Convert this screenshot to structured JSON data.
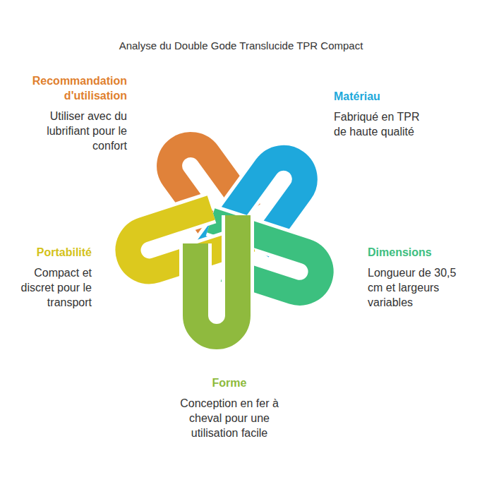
{
  "diagram": {
    "title": "Analyse du Double Gode Translucide TPR Compact",
    "nodes": [
      {
        "text": [
          "Recommandation d'utilisation",
          "Utiliser avec du lubrifiant pour le confort"
        ]
      },
      {
        "text": [
          "Matériau",
          "Fabriqué en TPR de haute qualité"
        ]
      },
      {
        "text": [
          "Portabilité",
          "Compact et discret pour le transport"
        ]
      },
      {
        "text": [
          "Dimensions",
          "Longueur de 30,5 cm et largeurs variables"
        ]
      },
      {
        "text": [
          "Forme",
          "Conception en fer à cheval pour une utilisation facile"
        ]
      }
    ]
  }
}
